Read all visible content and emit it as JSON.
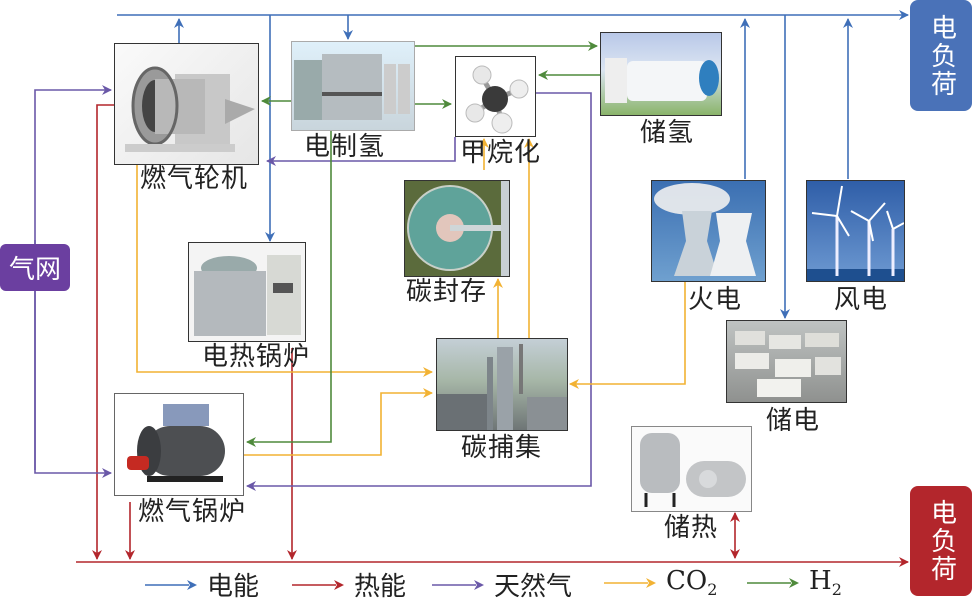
{
  "nodes": {
    "gas_turbine": {
      "label": "燃气轮机",
      "icon": "gas-turbine-icon"
    },
    "electrolysis": {
      "label": "电制氢",
      "icon": "electrolyzer-icon"
    },
    "methanation": {
      "label": "甲烷化",
      "icon": "methane-molecule-icon"
    },
    "h2_storage": {
      "label": "储氢",
      "icon": "hydrogen-tank-icon"
    },
    "electric_boiler": {
      "label": "电热锅炉",
      "icon": "electric-boiler-icon"
    },
    "carbon_storage": {
      "label": "碳封存",
      "icon": "carbon-storage-icon"
    },
    "thermal_power": {
      "label": "火电",
      "icon": "cooling-tower-icon"
    },
    "wind_power": {
      "label": "风电",
      "icon": "wind-turbine-icon"
    },
    "carbon_capture": {
      "label": "碳捕集",
      "icon": "capture-plant-icon"
    },
    "battery_storage": {
      "label": "储电",
      "icon": "battery-container-icon"
    },
    "gas_boiler": {
      "label": "燃气锅炉",
      "icon": "gas-boiler-icon"
    },
    "heat_storage": {
      "label": "储热",
      "icon": "heat-tank-icon"
    }
  },
  "sinks": {
    "electric_load": {
      "label": "电负荷",
      "color": "#4a72b8"
    },
    "heat_load": {
      "label": "电负荷",
      "color": "#b3262c"
    },
    "gas_grid": {
      "label": "气网",
      "color": "#6b3fa0"
    }
  },
  "legend": [
    {
      "label": "电能",
      "color": "#3f6fb8"
    },
    {
      "label": "热能",
      "color": "#b3262c"
    },
    {
      "label": "天然气",
      "color": "#6a58a8"
    },
    {
      "label": "CO",
      "sub": "2",
      "color": "#f2b233"
    },
    {
      "label": "H",
      "sub": "2",
      "color": "#4f8a3c"
    }
  ],
  "colors": {
    "electric": "#3f6fb8",
    "heat": "#b3262c",
    "gas": "#6a58a8",
    "co2": "#f2b233",
    "h2": "#4f8a3c"
  }
}
